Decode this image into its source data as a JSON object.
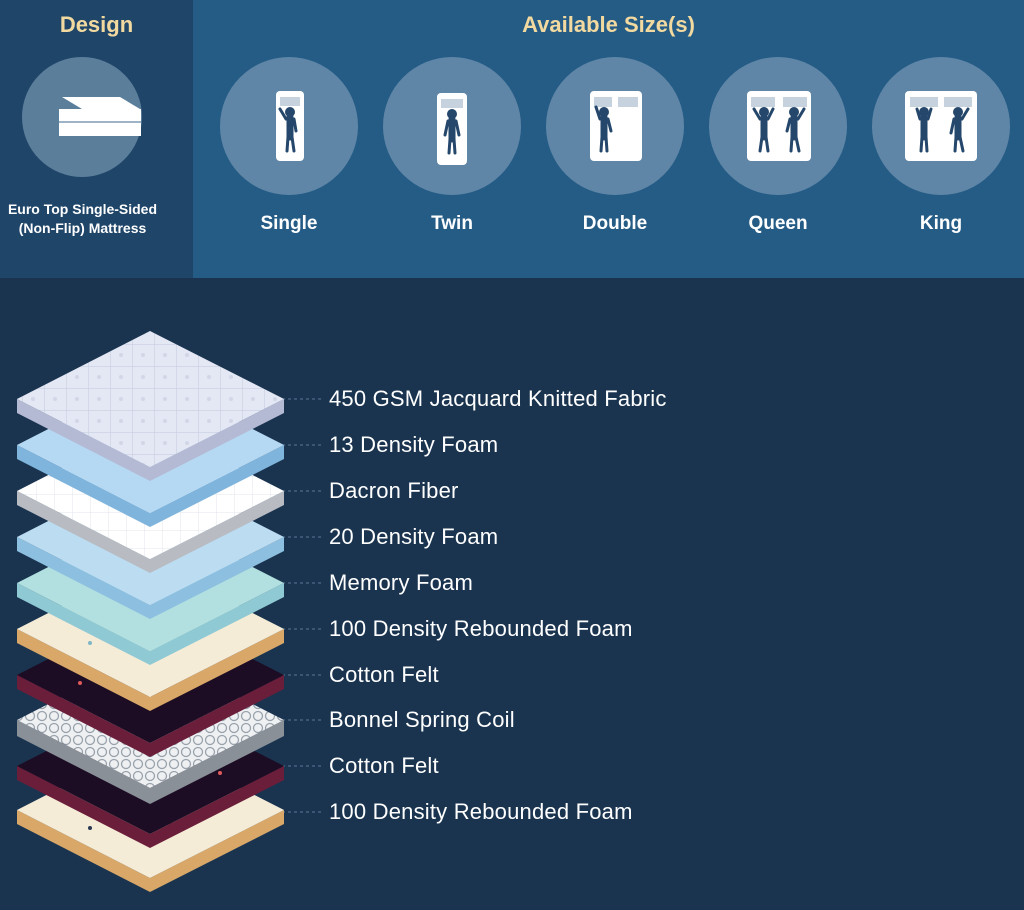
{
  "design": {
    "title": "Design",
    "caption_line1": "Euro Top Single-Sided",
    "caption_line2": "(Non-Flip) Mattress",
    "icon": "mattress-icon"
  },
  "sizes": {
    "title": "Available Size(s)",
    "items": [
      {
        "label": "Single",
        "icon": "single-bed-icon"
      },
      {
        "label": "Twin",
        "icon": "twin-bed-icon"
      },
      {
        "label": "Double",
        "icon": "double-bed-icon"
      },
      {
        "label": "Queen",
        "icon": "queen-bed-icon"
      },
      {
        "label": "King",
        "icon": "king-bed-icon"
      }
    ]
  },
  "layers": [
    "450 GSM Jacquard Knitted Fabric",
    "13 Density Foam",
    "Dacron Fiber",
    "20 Density Foam",
    "Memory Foam",
    "100 Density Rebounded Foam",
    "Cotton Felt",
    "Bonnel Spring Coil",
    "Cotton Felt",
    "100 Density Rebounded Foam"
  ],
  "colors": {
    "design_panel": "#1f4569",
    "sizes_panel": "#255c86",
    "background": "#1a3450",
    "title_color": "#f2d9a0"
  }
}
